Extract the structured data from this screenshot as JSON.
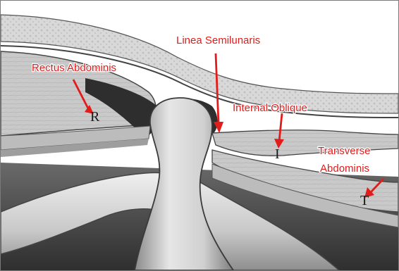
{
  "diagram": {
    "labels": {
      "linea_semilunaris": "Linea Semilunaris",
      "rectus_abdominis": "Rectus Abdominis",
      "internal_oblique": "Internal Oblique",
      "transverse_line1": "Transverse",
      "transverse_line2": "Abdominis"
    },
    "letters": {
      "rectus": "R",
      "internal_oblique": "I",
      "transverse": "T"
    },
    "colors": {
      "label_red": "#e21b1b",
      "skin_fill": "#d9d9d9",
      "muscle_fill": "#c7c7c7",
      "dark_shading": "#3a3a3a"
    }
  }
}
